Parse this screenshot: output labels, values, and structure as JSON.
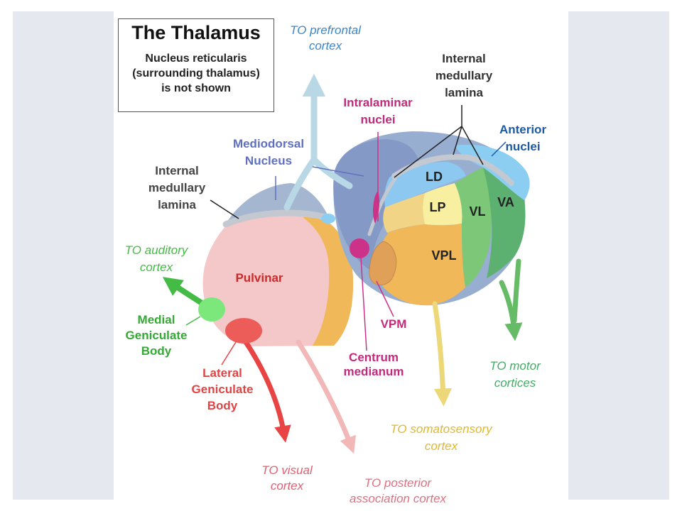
{
  "title": "The Thalamus",
  "note": "Nucleus reticularis\n(surrounding thalamus)\nis not shown",
  "colors": {
    "pulvinar": "#f4c8c8",
    "medial_geniculate": "#7ce87c",
    "lateral_geniculate": "#ec5c58",
    "mediodorsal": "#8da4cc",
    "anterior": "#8ccdf2",
    "ld": "#8cc8f0",
    "lp": "#f8f0a0",
    "vl": "#7cc878",
    "va": "#5cb070",
    "vpl": "#f0b858",
    "intralaminar": "#cc3388",
    "lamina": "#c4c8d0",
    "prefrontal_arrow": "#b8d8e6",
    "auditory_arrow": "#44bb44",
    "visual_arrow": "#e84444",
    "posterior_arrow": "#f2b8b8",
    "somatosensory_arrow": "#ecd878",
    "motor_arrow": "#66bb66"
  },
  "labels": {
    "prefrontal": [
      "TO prefrontal",
      "cortex"
    ],
    "internal_lamina_right": [
      "Internal",
      "medullary",
      "lamina"
    ],
    "intralaminar": [
      "Intralaminar",
      "nuclei"
    ],
    "anterior": [
      "Anterior",
      "nuclei"
    ],
    "mediodorsal": [
      "Mediodorsal",
      "Nucleus"
    ],
    "internal_lamina_left": [
      "Internal",
      "medullary",
      "lamina"
    ],
    "auditory": [
      "TO auditory",
      "cortex"
    ],
    "pulvinar": "Pulvinar",
    "medial_geniculate": [
      "Medial",
      "Geniculate",
      "Body"
    ],
    "lateral_geniculate": [
      "Lateral",
      "Geniculate",
      "Body"
    ],
    "ld": "LD",
    "lp": "LP",
    "vl": "VL",
    "va": "VA",
    "vpl": "VPL",
    "vpm": "VPM",
    "centrum": [
      "Centrum",
      "medianum"
    ],
    "motor": [
      "TO motor",
      "cortices"
    ],
    "somatosensory": [
      "TO somatosensory",
      "cortex"
    ],
    "visual": [
      "TO visual",
      "cortex"
    ],
    "posterior": [
      "TO posterior",
      "association cortex"
    ]
  }
}
